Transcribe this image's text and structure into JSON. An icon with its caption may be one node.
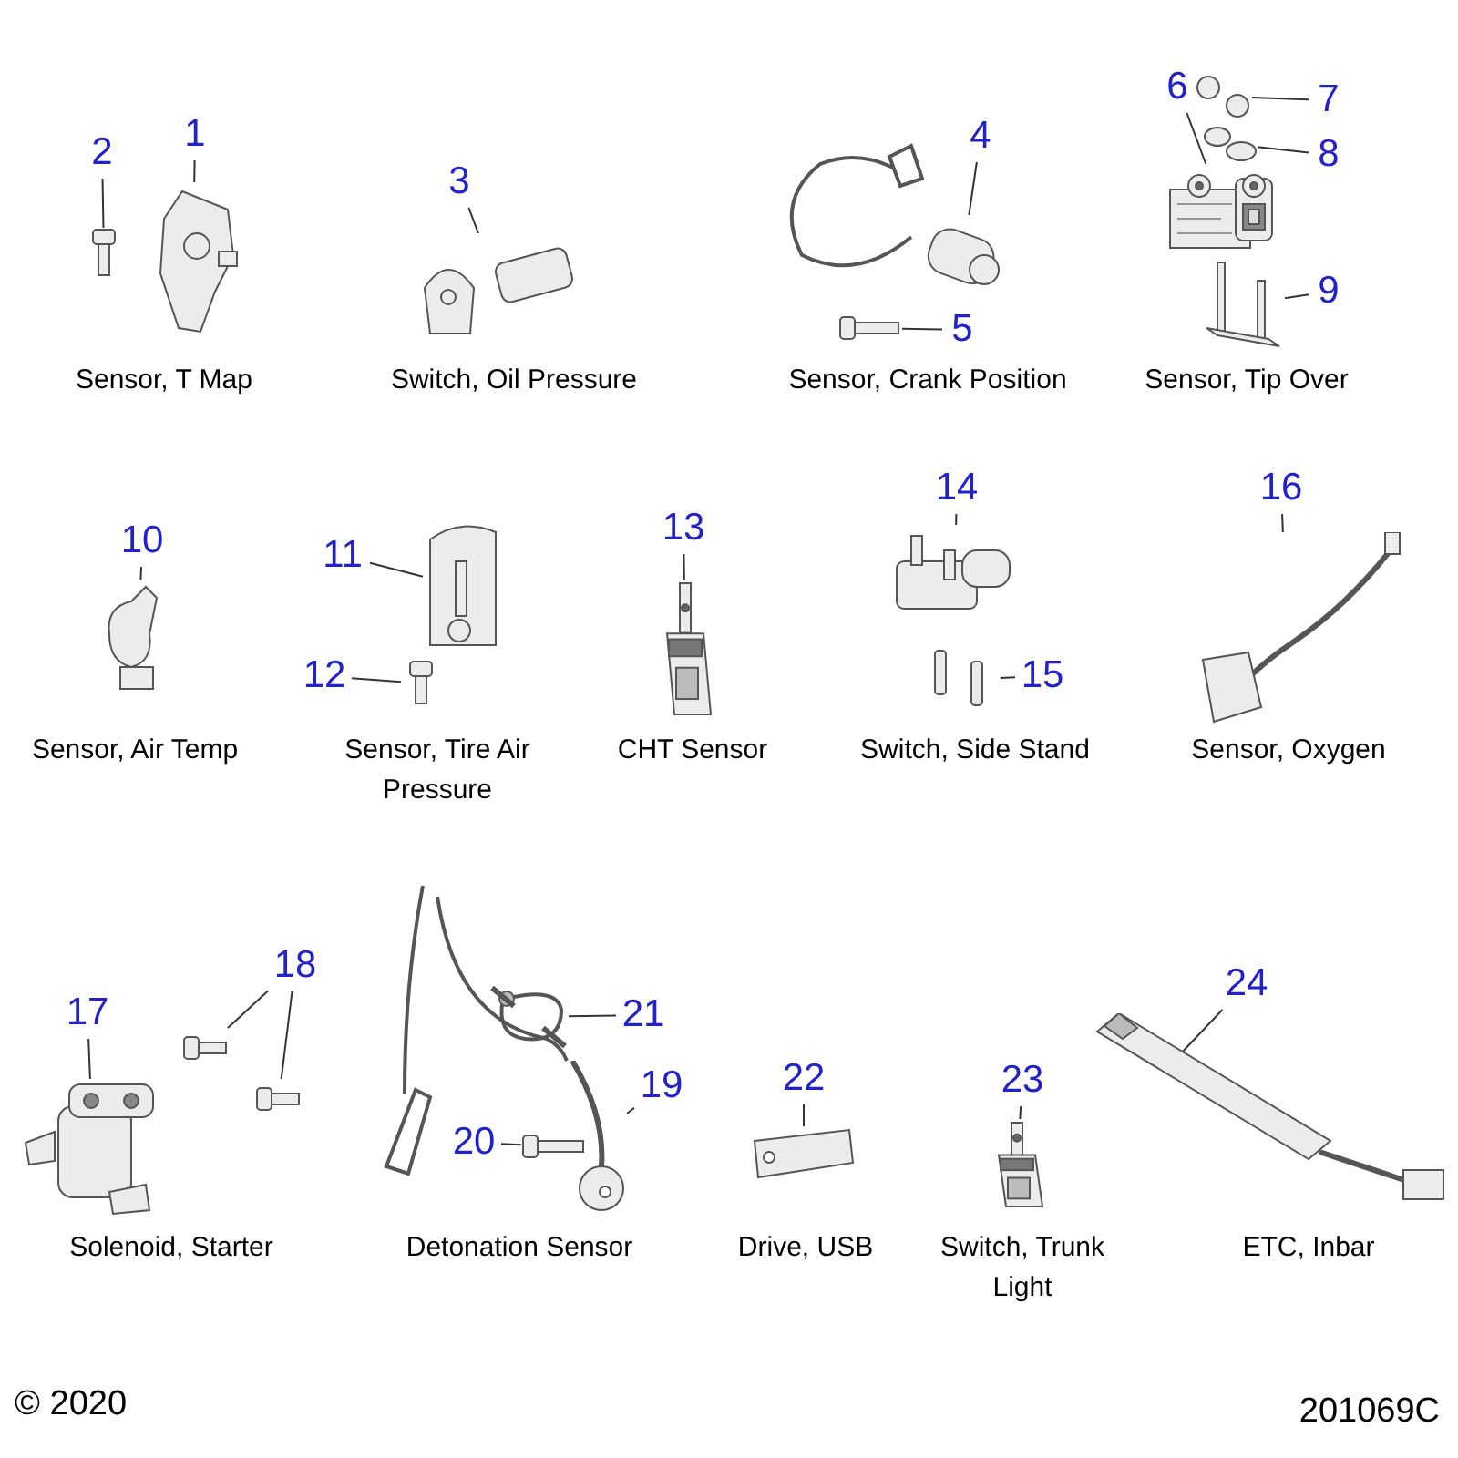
{
  "diagram": {
    "nodes": [
      {
        "text": [
          "1"
        ]
      },
      {
        "text": [],
        "shape": "picture"
      },
      {
        "text": [
          "2"
        ]
      },
      {
        "text": [],
        "shape": "picture"
      },
      {
        "text": [
          "3"
        ]
      },
      {
        "text": [],
        "shape": "picture"
      },
      {
        "text": [
          "4"
        ]
      },
      {
        "text": [],
        "shape": "picture"
      },
      {
        "text": [
          "5"
        ]
      },
      {
        "text": [],
        "shape": "picture"
      },
      {
        "text": [
          "6"
        ]
      },
      {
        "text": [],
        "shape": "picture"
      },
      {
        "text": [
          "7"
        ]
      },
      {
        "text": [],
        "shape": "picture"
      },
      {
        "text": [
          "8"
        ]
      },
      {
        "text": [],
        "shape": "picture"
      },
      {
        "text": [
          "9"
        ]
      },
      {
        "text": [],
        "shape": "picture"
      },
      {
        "text": [
          "10"
        ]
      },
      {
        "text": [],
        "shape": "picture"
      },
      {
        "text": [
          "11"
        ]
      },
      {
        "text": [],
        "shape": "picture"
      },
      {
        "text": [
          "12"
        ]
      },
      {
        "text": [],
        "shape": "picture"
      },
      {
        "text": [
          "13"
        ]
      },
      {
        "text": [],
        "shape": "picture"
      },
      {
        "text": [
          "14"
        ]
      },
      {
        "text": [],
        "shape": "picture"
      },
      {
        "text": [
          "15"
        ]
      },
      {
        "text": [],
        "shape": "picture"
      },
      {
        "text": [
          "16"
        ]
      },
      {
        "text": [],
        "shape": "picture"
      },
      {
        "text": [
          "17"
        ]
      },
      {
        "text": [],
        "shape": "picture"
      },
      {
        "text": [
          "18"
        ]
      },
      {
        "text": [],
        "shape": "picture"
      },
      {
        "text": [],
        "shape": "picture"
      },
      {
        "text": [
          "21"
        ]
      },
      {
        "text": [],
        "shape": "picture"
      },
      {
        "text": [
          "19"
        ]
      },
      {
        "text": [],
        "shape": "picture"
      },
      {
        "text": [
          "20"
        ]
      },
      {
        "text": [],
        "shape": "picture"
      },
      {
        "text": [
          "22"
        ]
      },
      {
        "text": [],
        "shape": "picture"
      },
      {
        "text": [
          "23"
        ]
      },
      {
        "text": [],
        "shape": "picture"
      },
      {
        "text": [
          "24"
        ]
      },
      {
        "text": [],
        "shape": "picture"
      }
    ],
    "edges": [
      {
        "from": 0,
        "to": 1,
        "arrow": "none"
      },
      {
        "from": 2,
        "to": 3,
        "arrow": "none"
      },
      {
        "from": 4,
        "to": 5,
        "arrow": "none"
      },
      {
        "from": 6,
        "to": 7,
        "arrow": "none"
      },
      {
        "from": 8,
        "to": 9,
        "arrow": "none"
      },
      {
        "from": 10,
        "to": 11,
        "arrow": "none"
      },
      {
        "from": 12,
        "to": 13,
        "arrow": "none"
      },
      {
        "from": 14,
        "to": 15,
        "arrow": "none"
      },
      {
        "from": 16,
        "to": 17,
        "arrow": "none"
      },
      {
        "from": 18,
        "to": 19,
        "arrow": "none"
      },
      {
        "from": 20,
        "to": 21,
        "arrow": "none"
      },
      {
        "from": 22,
        "to": 23,
        "arrow": "none"
      },
      {
        "from": 24,
        "to": 25,
        "arrow": "none"
      },
      {
        "from": 26,
        "to": 27,
        "arrow": "none"
      },
      {
        "from": 28,
        "to": 29,
        "arrow": "none"
      },
      {
        "from": 30,
        "to": 31,
        "arrow": "none"
      },
      {
        "from": 32,
        "to": 33,
        "arrow": "none"
      },
      {
        "from": 34,
        "to": 35,
        "arrow": "none"
      },
      {
        "from": 34,
        "to": 36,
        "arrow": "none"
      },
      {
        "from": 37,
        "to": 38,
        "arrow": "none"
      },
      {
        "from": 39,
        "to": 40,
        "arrow": "none"
      },
      {
        "from": 41,
        "to": 42,
        "arrow": "none"
      },
      {
        "from": 43,
        "to": 44,
        "arrow": "none"
      },
      {
        "from": 45,
        "to": 46,
        "arrow": "none"
      },
      {
        "from": 47,
        "to": 48,
        "arrow": "none"
      }
    ],
    "labels": [
      "Sensor, T Map",
      "Switch, Oil Pressure",
      "Sensor, Crank Position",
      "Sensor, Tip Over",
      "Sensor, Air Temp",
      "Sensor, Tire Air Pressure",
      "CHT Sensor",
      "Switch, Side Stand",
      "Sensor, Oxygen",
      "Solenoid, Starter",
      "Detonation Sensor",
      "Drive, USB",
      "Switch, Trunk Light",
      "ETC, Inbar",
      "© 2020",
      "201069C"
    ]
  }
}
